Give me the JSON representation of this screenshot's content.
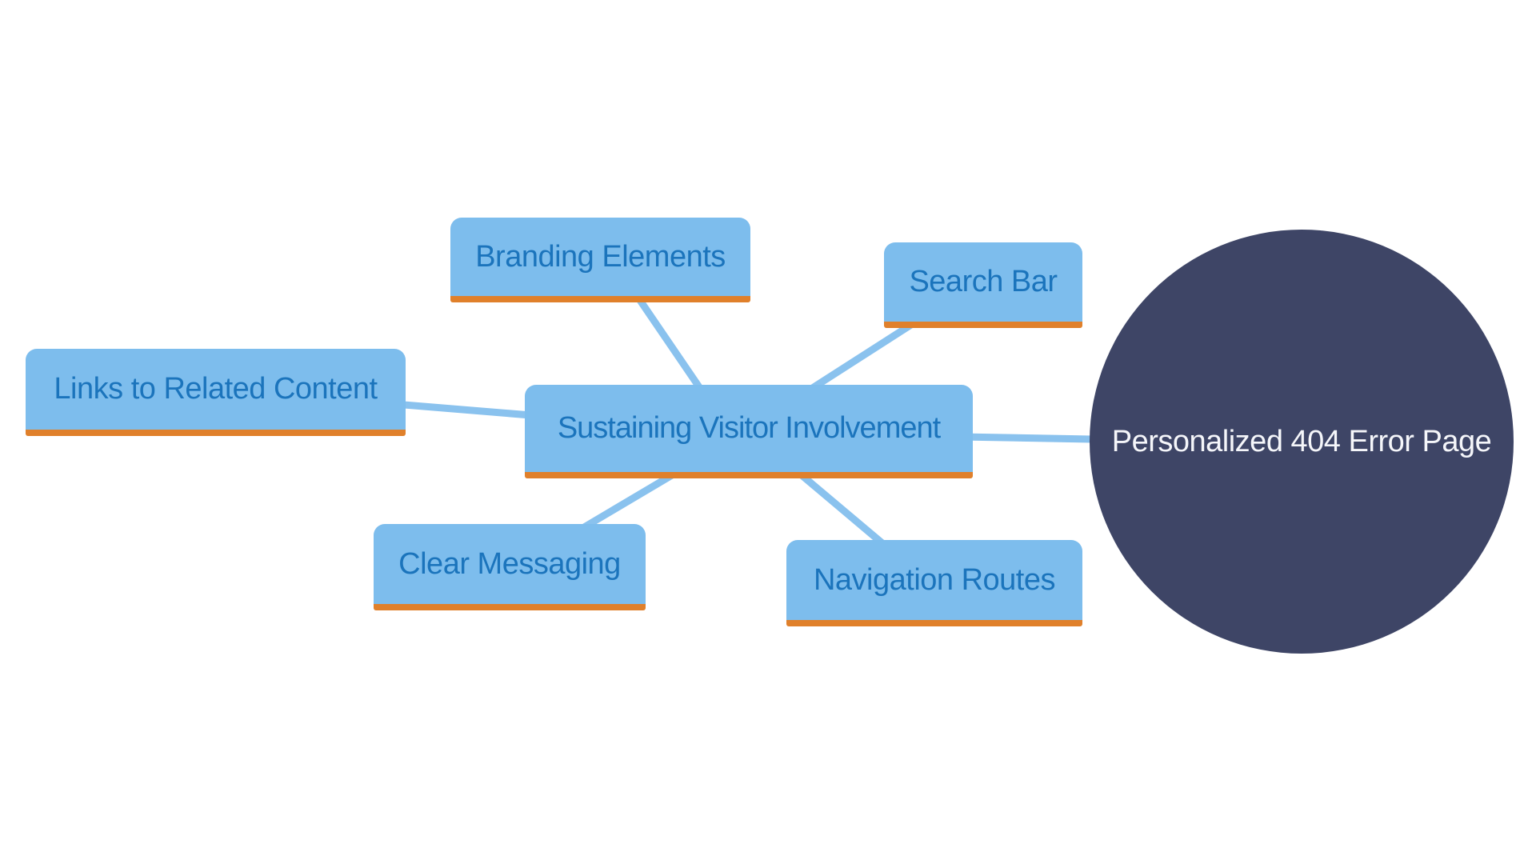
{
  "diagram": {
    "type": "mindmap",
    "colors": {
      "background": "#FFFFFF",
      "node_fill": "#7DBDED",
      "node_text": "#1B74BC",
      "node_underline": "#E0802B",
      "edge": "#8AC2EE",
      "hub_fill": "#3E4566",
      "hub_text": "#F5F6FA"
    },
    "center": {
      "label": "Sustaining Visitor Involvement"
    },
    "branches": [
      {
        "label": "Branding Elements"
      },
      {
        "label": "Search Bar"
      },
      {
        "label": "Links to Related Content"
      },
      {
        "label": "Clear Messaging"
      },
      {
        "label": "Navigation Routes"
      }
    ],
    "hub": {
      "label": "Personalized 404 Error Page"
    }
  }
}
